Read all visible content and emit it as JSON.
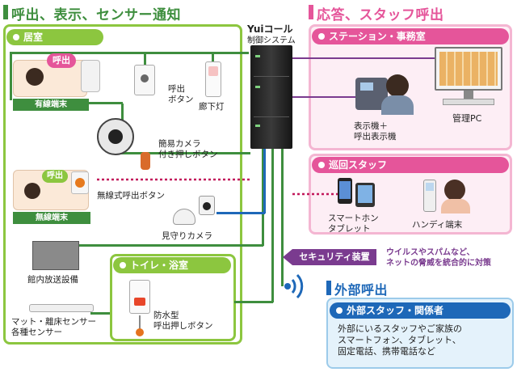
{
  "sections": {
    "left_title": "呼出、表示、センサー通知",
    "right_title": "応答、スタッフ呼出",
    "external_title": "外部呼出"
  },
  "system": {
    "brand": "Yuiコール",
    "name": "制御システム"
  },
  "groups": {
    "room": "居室",
    "toilet": "トイレ・浴室",
    "station": "ステーション・事務室",
    "patrol": "巡回スタッフ",
    "external_staff": "外部スタッフ・関係者"
  },
  "devices": {
    "call_badge_1": "呼出",
    "wired_terminal": "有線端末",
    "call_button": "呼出\nボタン",
    "hallway_light": "廊下灯",
    "camera_with_button": "簡易カメラ\n付き押しボタン",
    "call_badge_2": "呼出",
    "wireless_terminal": "無線端末",
    "wireless_call_button": "無線式呼出ボタン",
    "watch_camera": "見守りカメラ",
    "pa_system": "館内放送設備",
    "mat_sensor": "マット・離床センサー\n各種センサー",
    "waterproof_button": "防水型\n呼出押しボタン",
    "display_unit": "表示機＋\n呼出表示機",
    "admin_pc": "管理PC",
    "smartphone": "スマートホン\nタブレット",
    "handy_terminal": "ハンディ端末",
    "security_device": "セキュリティ装置",
    "security_note": "ウイルスやスパムなど、\nネットの脅威を統合的に対策",
    "external_desc": "外部にいるスタッフやご家族の\nスマートフォン、タブレット、\n固定電話、携帯電話など"
  },
  "colors": {
    "green": "#8cc63f",
    "green_dark": "#3e8e3e",
    "pink": "#e5559a",
    "pink_light": "#f4b6d2",
    "purple": "#7a3b8f",
    "blue": "#1e68b8",
    "blue_light": "#cfe6f6"
  }
}
